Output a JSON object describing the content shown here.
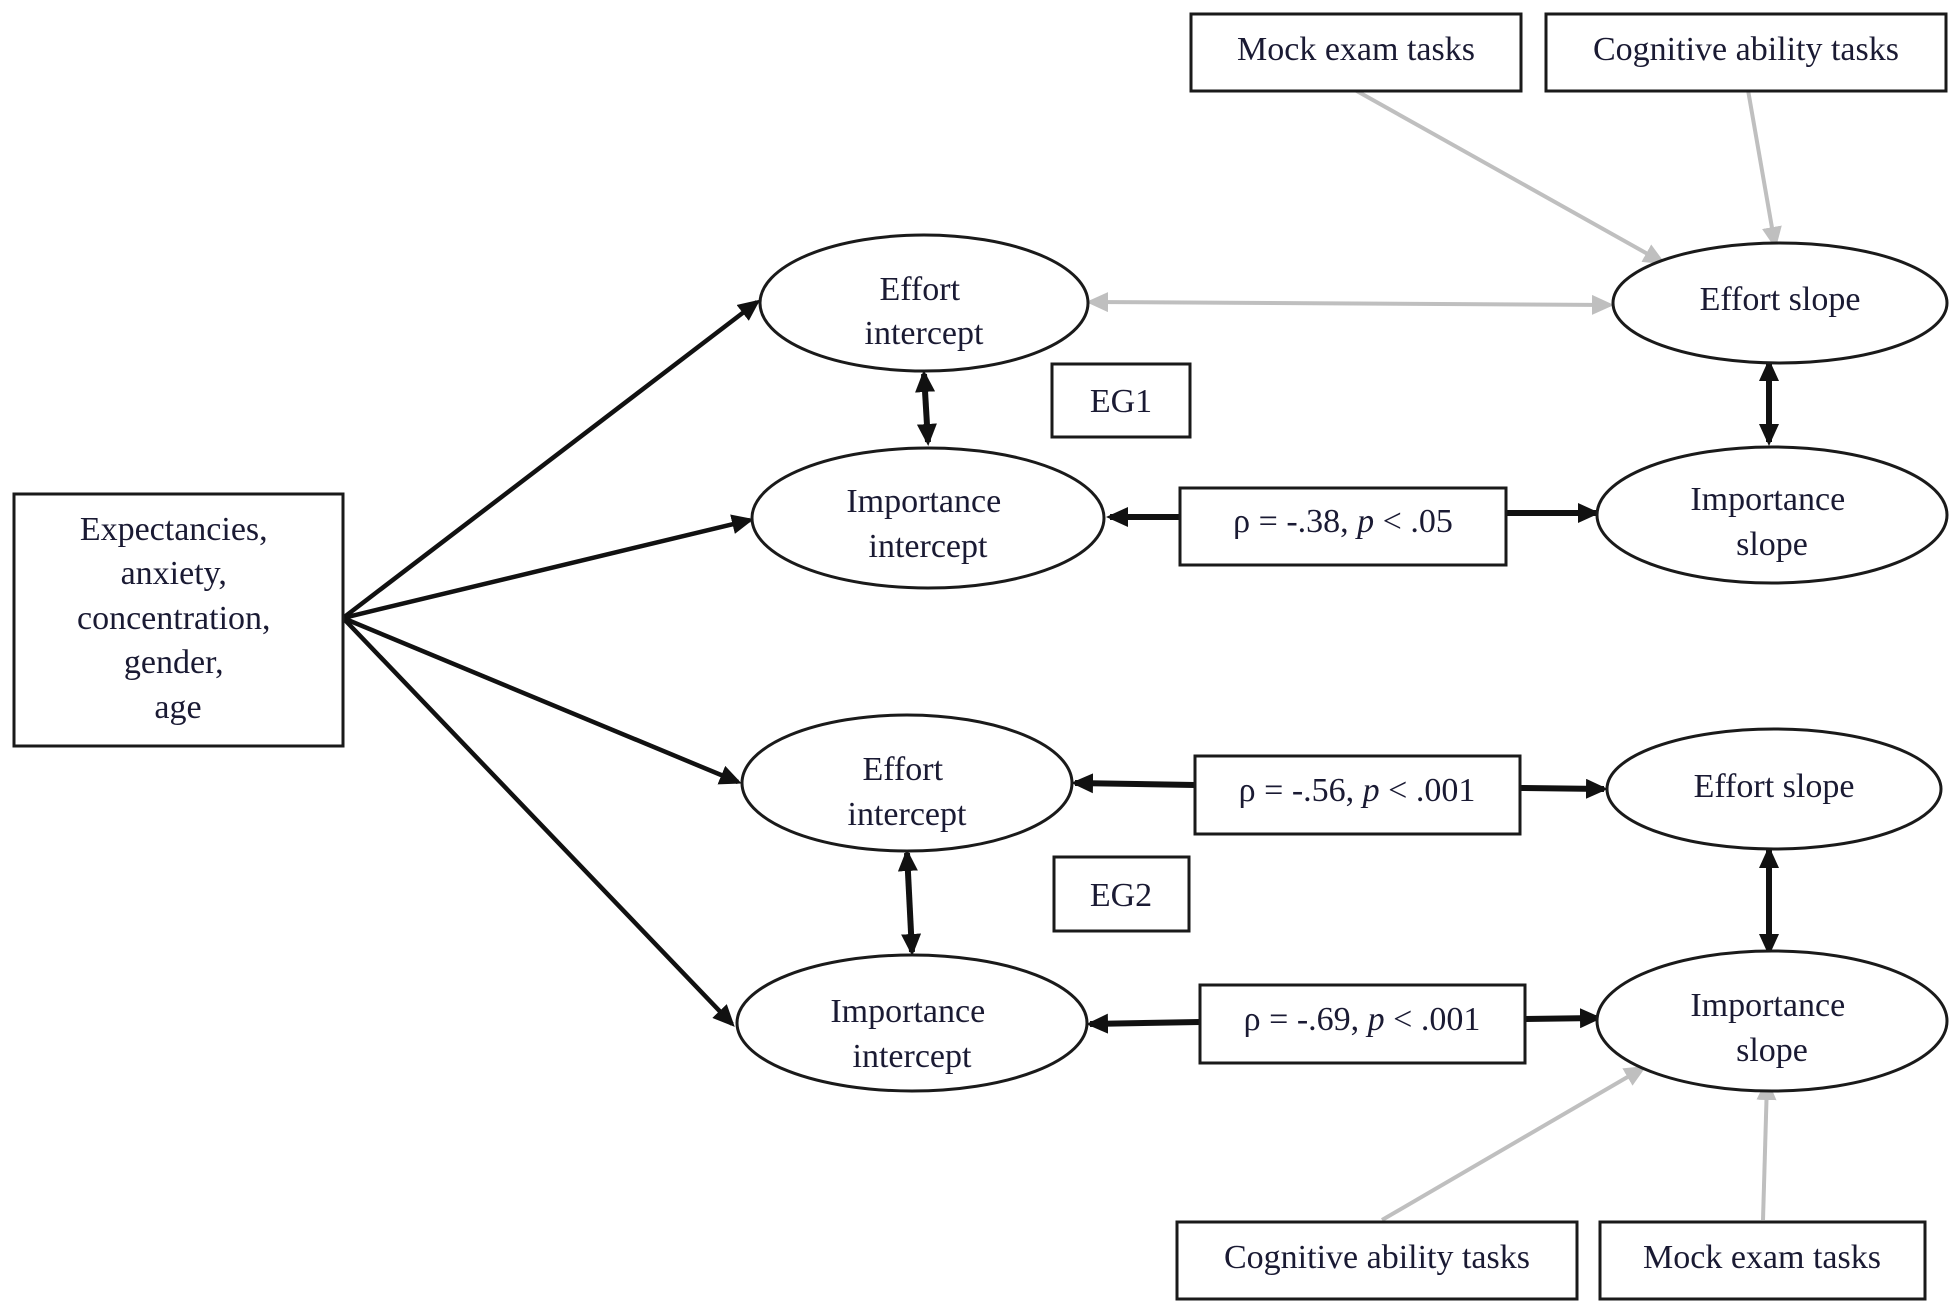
{
  "colors": {
    "black_edge": "#111111",
    "gray_edge": "#bfbfbf",
    "text": "#1a1a33"
  },
  "predictors": {
    "lines": [
      "Expectancies,",
      "anxiety,",
      "concentration,",
      "gender,",
      "age"
    ]
  },
  "eg1": {
    "label": "EG1",
    "effort_intercept": [
      "Effort",
      "intercept"
    ],
    "importance_intercept": [
      "Importance",
      "intercept"
    ],
    "effort_slope": [
      "Effort slope"
    ],
    "importance_slope": [
      "Importance",
      "slope"
    ],
    "rho_pre": "ρ = -.38, ",
    "rho_p": "p",
    "rho_post": " < .05",
    "top_boxes": [
      "Mock exam tasks",
      "Cognitive ability tasks"
    ]
  },
  "eg2": {
    "label": "EG2",
    "effort_intercept": [
      "Effort",
      "intercept"
    ],
    "importance_intercept": [
      "Importance",
      "intercept"
    ],
    "effort_slope": [
      "Effort slope"
    ],
    "importance_slope": [
      "Importance",
      "slope"
    ],
    "rho_effort_pre": "ρ = -.56, ",
    "rho_effort_p": "p",
    "rho_effort_post": " < .001",
    "rho_importance_pre": "ρ = -.69, ",
    "rho_importance_p": "p",
    "rho_importance_post": " < .001",
    "bottom_boxes": [
      "Cognitive ability tasks",
      "Mock exam tasks"
    ]
  }
}
